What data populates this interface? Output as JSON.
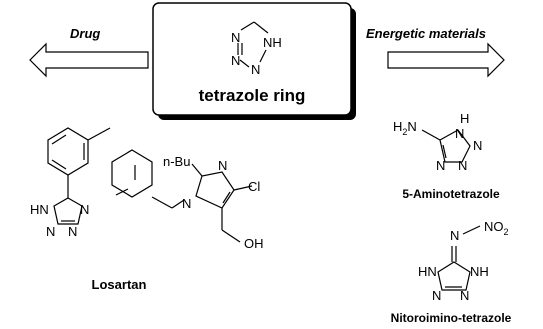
{
  "center": {
    "title": "tetrazole ring"
  },
  "left": {
    "heading": "Drug",
    "compound": "Losartan"
  },
  "right": {
    "heading": "Energetic materials",
    "compound_1": "5-Aminotetrazole",
    "compound_2": "Nitoroimino-tetrazole"
  },
  "atoms": {
    "N": "N",
    "NH": "NH",
    "HN": "HN",
    "H2N": "H",
    "two": "2",
    "H": "H",
    "nBu": "n-Bu",
    "Cl": "Cl",
    "OH": "OH",
    "NO": "NO",
    "eqN": "N",
    "dash": "–"
  },
  "colors": {
    "line": "#000000",
    "box_shadow": "#000000"
  }
}
